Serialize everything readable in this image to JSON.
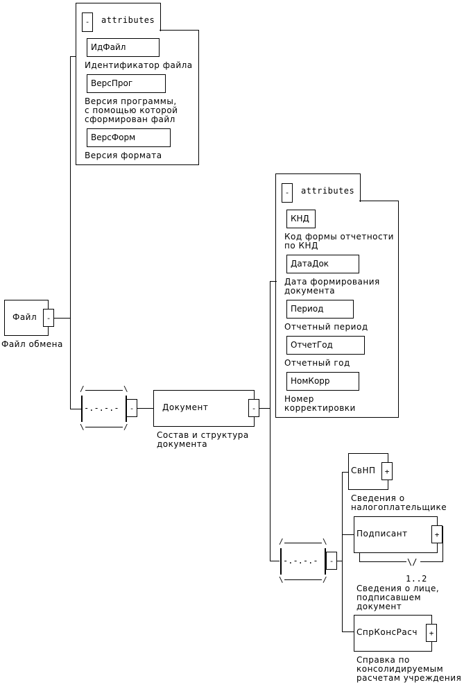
{
  "root": {
    "name": "Файл",
    "description": "Файл обмена",
    "toggle": "-"
  },
  "root_attributes": {
    "header": "attributes",
    "toggle": "-",
    "items": [
      {
        "name": "ИдФайл",
        "description": "Идентификатор файла"
      },
      {
        "name": "ВерсПрог",
        "description": "Версия программы,\nс помощью которой\nсформирован файл"
      },
      {
        "name": "ВерсФорм",
        "description": "Версия формата"
      }
    ]
  },
  "sequence_1": {
    "symbol": "-.-.-.-",
    "toggle": "-"
  },
  "document": {
    "name": "Документ",
    "description": "Состав и структура\nдокумента",
    "toggle": "-"
  },
  "document_attributes": {
    "header": "attributes",
    "toggle": "-",
    "items": [
      {
        "name": "КНД",
        "description": "Код формы отчетности\nпо КНД"
      },
      {
        "name": "ДатаДок",
        "description": "Дата формирования\nдокумента"
      },
      {
        "name": "Период",
        "description": "Отчетный период"
      },
      {
        "name": "ОтчетГод",
        "description": "Отчетный год"
      },
      {
        "name": "НомКорр",
        "description": "Номер\nкорректировки"
      }
    ]
  },
  "sequence_2": {
    "symbol": "-.-.-.-",
    "toggle": "-"
  },
  "children": [
    {
      "name": "СвНП",
      "description": "Сведения о\nналогоплательщике",
      "toggle": "+"
    },
    {
      "name": "Подписант",
      "description": "Сведения о лице,\nподписавшем\nдокумент",
      "toggle": "+",
      "multiplicity": "1..2"
    },
    {
      "name": "СпрКонсРасч",
      "description": "Справка по\nконсолидируемым\nрасчетам учреждения",
      "toggle": "+"
    }
  ]
}
